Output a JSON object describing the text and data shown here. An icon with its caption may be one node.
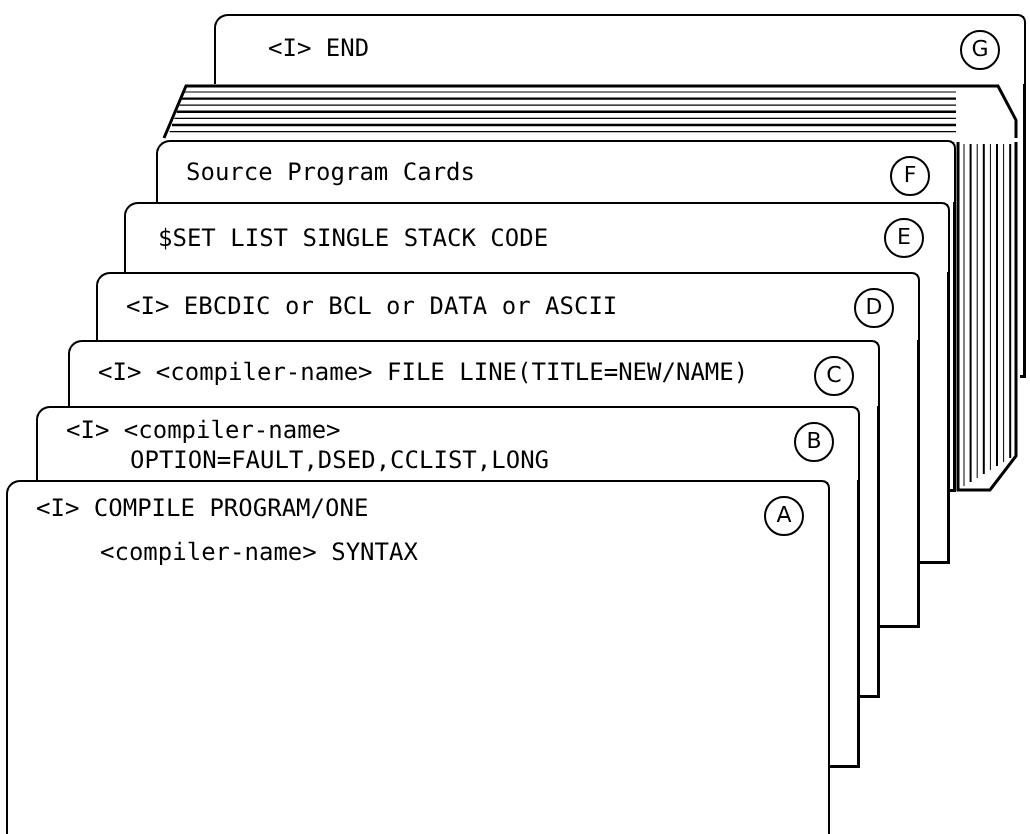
{
  "diagram": {
    "nodes": [
      {
        "text": [
          "<I> END",
          "G"
        ]
      },
      {
        "text": [
          "Source Program Cards",
          "F"
        ]
      },
      {
        "text": [
          "$SET LIST SINGLE STACK CODE",
          "E"
        ]
      },
      {
        "text": [
          "<I> EBCDIC or BCL or DATA or ASCII",
          "D"
        ]
      },
      {
        "text": [
          "<I> <compiler-name> FILE LINE(TITLE=NEW/NAME)",
          "C"
        ]
      },
      {
        "text": [
          "<I> <compiler-name>",
          "OPTION=FAULT,DSED,CCLIST,LONG",
          "B"
        ]
      },
      {
        "text": [
          "<I> COMPILE PROGRAM/ONE",
          "<compiler-name> SYNTAX",
          "A"
        ]
      }
    ]
  }
}
